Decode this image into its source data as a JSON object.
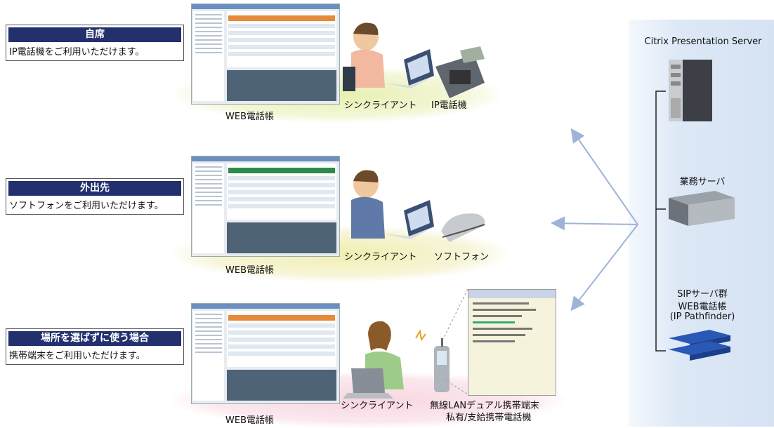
{
  "scenarios": [
    {
      "title": "自席",
      "desc": "IP電話機をご利用いただけます。",
      "app_label": "WEB電話帳",
      "device_label": "シンクライアント",
      "device2_label": "IP電話機"
    },
    {
      "title": "外出先",
      "desc": "ソフトフォンをご利用いただけます。",
      "app_label": "WEB電話帳",
      "device_label": "シンクライアント",
      "device2_label": "ソフトフォン"
    },
    {
      "title": "場所を選ばずに使う場合",
      "desc": "携帯端末をご利用いただけます。",
      "app_label": "WEB電話帳",
      "device_label": "シンクライアント",
      "device2_label": "無線LANデュアル携帯端末",
      "device2_sub": "私有/支給携帯電話機"
    }
  ],
  "servers": {
    "citrix": "Citrix Presentation Server",
    "business": "業務サーバ",
    "sip_line1": "SIPサーバ群",
    "sip_line2": "WEB電話帳",
    "sip_line3": "(IP Pathfinder)"
  },
  "colors": {
    "title_bar": "#23306e",
    "arrow": "#9fb3d6",
    "panel": "#d6e3f3"
  }
}
